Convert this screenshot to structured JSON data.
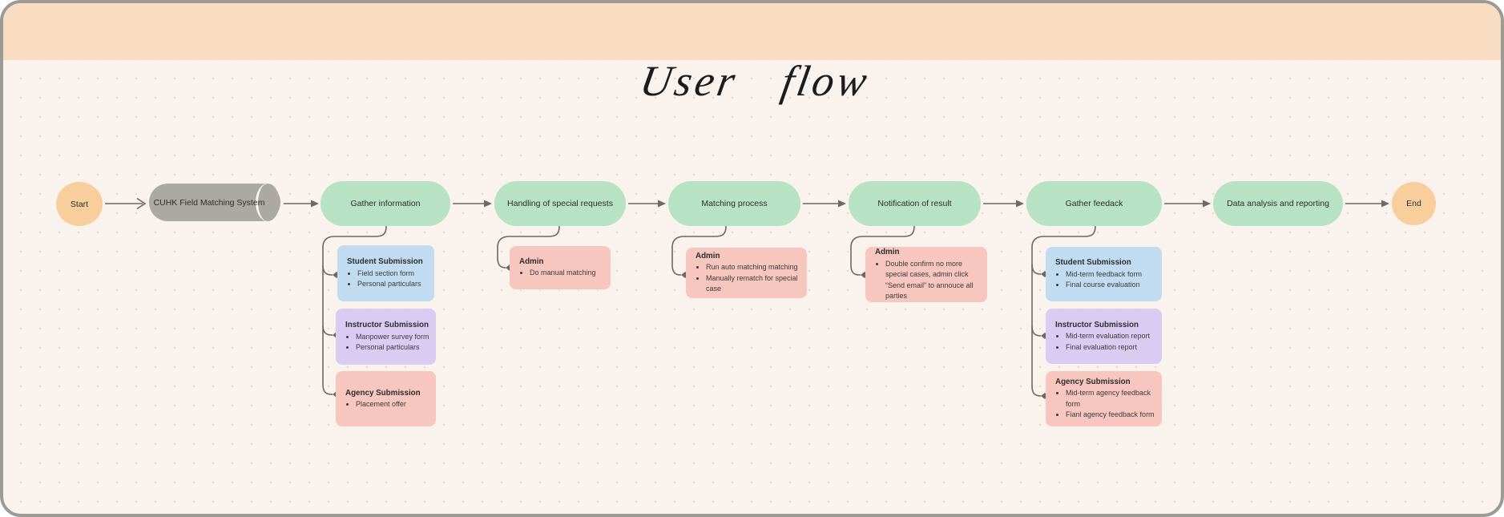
{
  "title": "User flow",
  "palette": {
    "header_band": "#F8DDC2",
    "canvas": "#FAF2EC",
    "step_green": "#B7E2C3",
    "terminal_orange": "#F7CE9C",
    "system_gray": "#ACA8A3",
    "note_blue": "#C1DCF1",
    "note_purple": "#DACBF2",
    "note_pink": "#F6C6BF",
    "wire": "#6C6862"
  },
  "flow": {
    "start": "Start",
    "system": "CUHK Field Matching System",
    "steps": [
      {
        "label": "Gather information"
      },
      {
        "label": "Handling of special requests"
      },
      {
        "label": "Matching process"
      },
      {
        "label": "Notification of result"
      },
      {
        "label": "Gather feedack"
      },
      {
        "label": "Data analysis and reporting"
      }
    ],
    "end": "End"
  },
  "notes": [
    {
      "parent": "Gather information",
      "color": "blue",
      "title": "Student Submission",
      "bullets": [
        "Field section form",
        "Personal particulars"
      ]
    },
    {
      "parent": "Gather information",
      "color": "purple",
      "title": "Instructor Submission",
      "bullets": [
        "Manpower survey form",
        "Personal particulars"
      ]
    },
    {
      "parent": "Gather information",
      "color": "pink",
      "title": "Agency Submission",
      "bullets": [
        "Placement offer"
      ]
    },
    {
      "parent": "Handling of special requests",
      "color": "pink",
      "title": "Admin",
      "bullets": [
        "Do manual matching"
      ]
    },
    {
      "parent": "Matching process",
      "color": "pink",
      "title": "Admin",
      "bullets": [
        "Run auto matching matching",
        "Manually rematch for special case"
      ]
    },
    {
      "parent": "Notification of result",
      "color": "pink",
      "title": "Admin",
      "bullets": [
        "Double confirm no more special cases, admin click “Send email” to annouce all parties"
      ]
    },
    {
      "parent": "Gather feedack",
      "color": "blue",
      "title": "Student Submission",
      "bullets": [
        "Mid-term feedback form",
        "Final course evaluation"
      ]
    },
    {
      "parent": "Gather feedack",
      "color": "purple",
      "title": "Instructor Submission",
      "bullets": [
        "Mid-term evaluation report",
        "Final evaluation report"
      ]
    },
    {
      "parent": "Gather feedack",
      "color": "pink",
      "title": "Agency Submission",
      "bullets": [
        "Mid-term agency feedback form",
        "Fianl agency feedback form"
      ]
    }
  ]
}
